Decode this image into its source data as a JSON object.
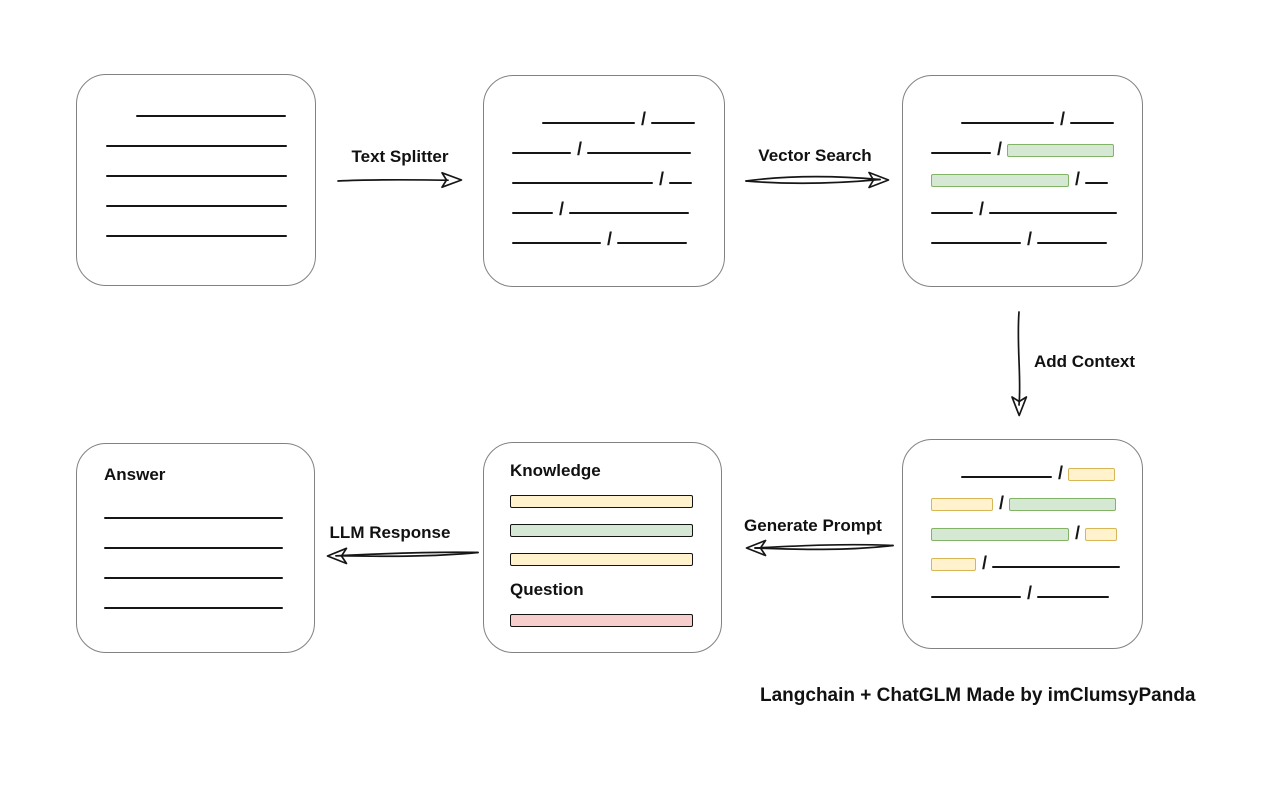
{
  "colors": {
    "line": "#161616",
    "box_border": "#828282",
    "green_fill": "#d5e8d4",
    "green_border": "#82b366",
    "yellow_fill": "#fff2cc",
    "yellow_border": "#d6b656",
    "red_fill": "#f8cecc",
    "red_border": "#b85450"
  },
  "arrows": {
    "text_splitter": {
      "label": "Text Splitter",
      "direction": "right"
    },
    "vector_search": {
      "label": "Vector Search",
      "direction": "right"
    },
    "add_context": {
      "label": "Add Context",
      "direction": "down"
    },
    "generate_prompt": {
      "label": "Generate Prompt",
      "direction": "left"
    },
    "llm_response": {
      "label": "LLM Response",
      "direction": "left"
    }
  },
  "boxes": {
    "document": {
      "rows": [
        [
          {
            "t": "sp",
            "w": 30
          },
          {
            "t": "line",
            "w": 150
          }
        ],
        [
          {
            "t": "line",
            "w": 181
          }
        ],
        [
          {
            "t": "line",
            "w": 181
          }
        ],
        [
          {
            "t": "line",
            "w": 181
          }
        ],
        [
          {
            "t": "line",
            "w": 181
          }
        ]
      ]
    },
    "chunks": {
      "rows": [
        [
          {
            "t": "sp",
            "w": 30
          },
          {
            "t": "line",
            "w": 93
          },
          {
            "t": "slash"
          },
          {
            "t": "line",
            "w": 44
          }
        ],
        [
          {
            "t": "line",
            "w": 59
          },
          {
            "t": "slash"
          },
          {
            "t": "line",
            "w": 104
          }
        ],
        [
          {
            "t": "line",
            "w": 141
          },
          {
            "t": "slash"
          },
          {
            "t": "line",
            "w": 23
          }
        ],
        [
          {
            "t": "line",
            "w": 41
          },
          {
            "t": "slash"
          },
          {
            "t": "line",
            "w": 120
          }
        ],
        [
          {
            "t": "line",
            "w": 89
          },
          {
            "t": "slash"
          },
          {
            "t": "line",
            "w": 70
          }
        ]
      ]
    },
    "vector_result": {
      "rows": [
        [
          {
            "t": "sp",
            "w": 30
          },
          {
            "t": "line",
            "w": 93
          },
          {
            "t": "slash"
          },
          {
            "t": "line",
            "w": 44
          }
        ],
        [
          {
            "t": "line",
            "w": 60
          },
          {
            "t": "slash"
          },
          {
            "t": "bar",
            "c": "green",
            "w": 107
          }
        ],
        [
          {
            "t": "bar",
            "c": "green",
            "w": 138
          },
          {
            "t": "slash"
          },
          {
            "t": "line",
            "w": 23
          }
        ],
        [
          {
            "t": "line",
            "w": 42
          },
          {
            "t": "slash"
          },
          {
            "t": "line",
            "w": 128
          }
        ],
        [
          {
            "t": "line",
            "w": 90
          },
          {
            "t": "slash"
          },
          {
            "t": "line",
            "w": 70
          }
        ]
      ]
    },
    "context": {
      "rows": [
        [
          {
            "t": "sp",
            "w": 30
          },
          {
            "t": "line",
            "w": 91
          },
          {
            "t": "slash"
          },
          {
            "t": "bar",
            "c": "yellow",
            "w": 47
          }
        ],
        [
          {
            "t": "bar",
            "c": "yellow",
            "w": 62
          },
          {
            "t": "slash"
          },
          {
            "t": "bar",
            "c": "green",
            "w": 107
          }
        ],
        [
          {
            "t": "bar",
            "c": "green",
            "w": 138
          },
          {
            "t": "slash"
          },
          {
            "t": "bar",
            "c": "yellow",
            "w": 32
          }
        ],
        [
          {
            "t": "bar",
            "c": "yellow",
            "w": 45
          },
          {
            "t": "slash"
          },
          {
            "t": "line",
            "w": 128
          }
        ],
        [
          {
            "t": "line",
            "w": 90
          },
          {
            "t": "slash"
          },
          {
            "t": "line",
            "w": 72
          }
        ]
      ]
    },
    "prompt": {
      "knowledge_label": "Knowledge",
      "question_label": "Question",
      "knowledge_bars": [
        {
          "c": "yellow",
          "w": 183
        },
        {
          "c": "green",
          "w": 183
        },
        {
          "c": "yellow",
          "w": 183
        }
      ],
      "question_bars": [
        {
          "c": "red",
          "w": 183
        }
      ]
    },
    "answer": {
      "label": "Answer",
      "rows": [
        [
          {
            "t": "line",
            "w": 179
          }
        ],
        [
          {
            "t": "line",
            "w": 179
          }
        ],
        [
          {
            "t": "line",
            "w": 179
          }
        ],
        [
          {
            "t": "line",
            "w": 179
          }
        ]
      ]
    }
  },
  "caption": "Langchain + ChatGLM Made by imClumsyPanda"
}
